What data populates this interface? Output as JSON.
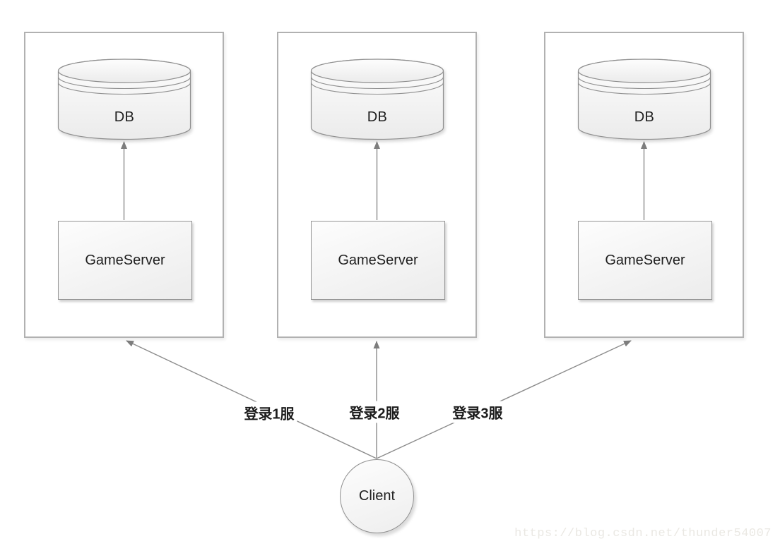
{
  "diagram_type": "architecture-diagram",
  "groups": [
    {
      "name": "server-group-1",
      "db_label": "DB",
      "server_label": "GameServer"
    },
    {
      "name": "server-group-2",
      "db_label": "DB",
      "server_label": "GameServer"
    },
    {
      "name": "server-group-3",
      "db_label": "DB",
      "server_label": "GameServer"
    }
  ],
  "client": {
    "label": "Client"
  },
  "edges": [
    {
      "from": "Client",
      "to": "server-group-1",
      "label": "登录1服"
    },
    {
      "from": "Client",
      "to": "server-group-2",
      "label": "登录2服"
    },
    {
      "from": "Client",
      "to": "server-group-3",
      "label": "登录3服"
    },
    {
      "from": "GameServer",
      "to": "DB",
      "label": "",
      "group": "server-group-1"
    },
    {
      "from": "GameServer",
      "to": "DB",
      "label": "",
      "group": "server-group-2"
    },
    {
      "from": "GameServer",
      "to": "DB",
      "label": "",
      "group": "server-group-3"
    }
  ],
  "watermark": "https://blog.csdn.net/thunder54007",
  "colors": {
    "line": "#8c8c8c",
    "arrowhead": "#7d7d7d",
    "shape_border": "#949494",
    "group_border": "#b1b1b1",
    "shape_fill_top": "#fdfdfd",
    "shape_fill_bottom": "#ececec",
    "text": "#1f1f1f",
    "watermark_text": "#eae8e3"
  }
}
